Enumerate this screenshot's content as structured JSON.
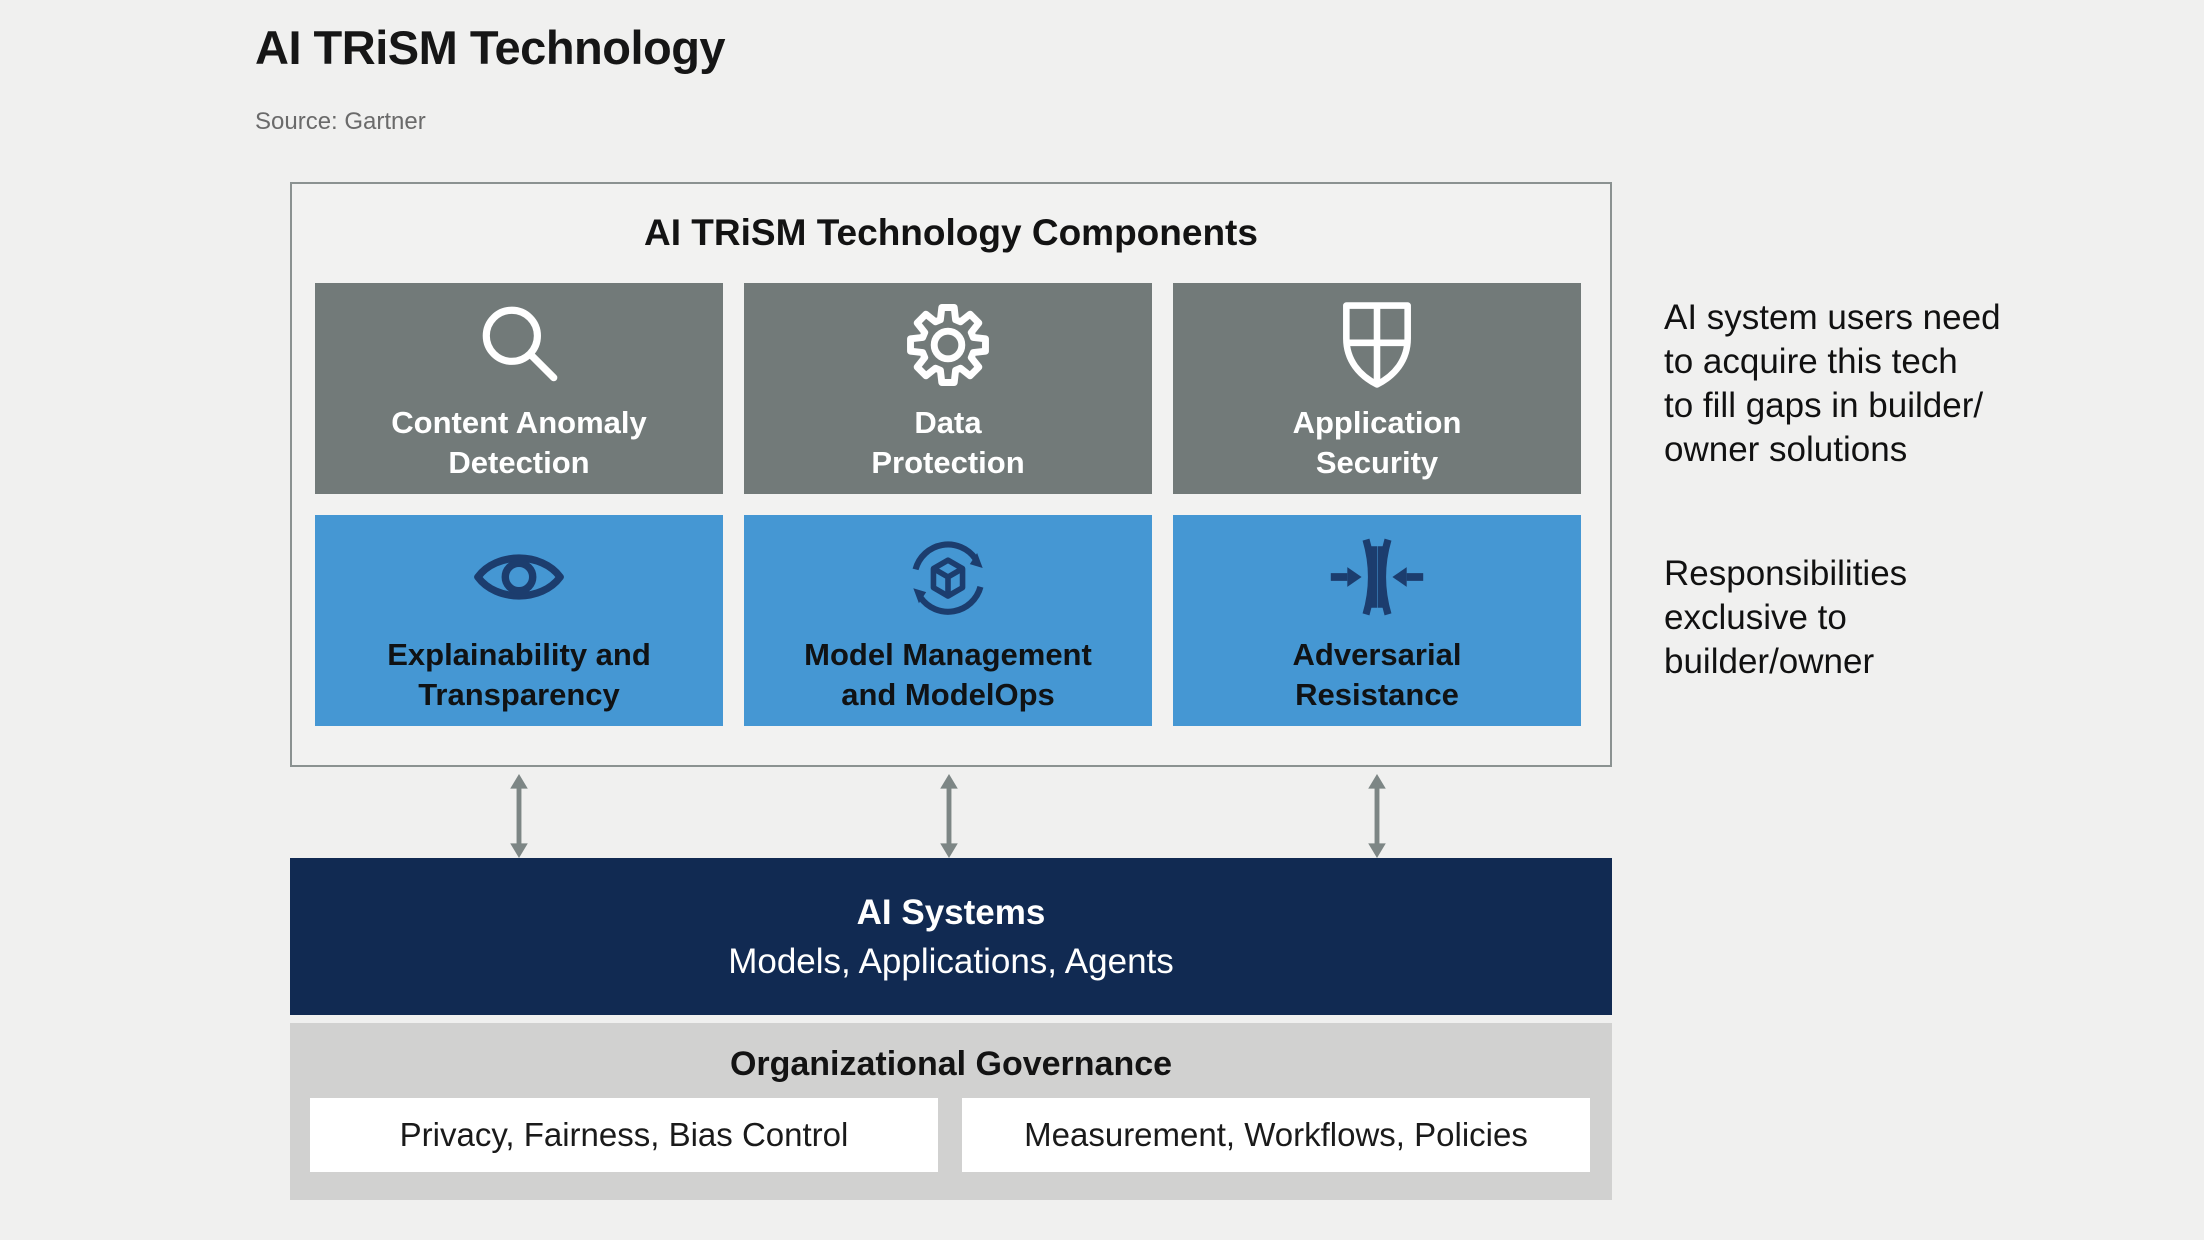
{
  "page": {
    "title": "AI TRiSM Technology",
    "source": "Source: Gartner"
  },
  "colors": {
    "page_background": "#F0F0EF",
    "tile_gray": "#727A79",
    "tile_blue": "#4597D3",
    "navy": "#112A52",
    "governance_gray": "#D1D1D0",
    "icon_navy": "#1C3D6E",
    "arrow_gray": "#7D8685",
    "container_border": "#8B9291"
  },
  "components": {
    "header": "AI TRiSM Technology Components",
    "tiles": [
      {
        "id": "content-anomaly-detection",
        "label": "Content Anomaly\nDetection",
        "icon": "magnifier-icon",
        "style": "gray"
      },
      {
        "id": "data-protection",
        "label": "Data\nProtection",
        "icon": "gear-icon",
        "style": "gray"
      },
      {
        "id": "application-security",
        "label": "Application\nSecurity",
        "icon": "shield-icon",
        "style": "gray"
      },
      {
        "id": "explainability-transparency",
        "label": "Explainability and\nTransparency",
        "icon": "eye-icon",
        "style": "blue"
      },
      {
        "id": "model-management-modelops",
        "label": "Model Management\nand ModelOps",
        "icon": "cube-cycle-icon",
        "style": "blue"
      },
      {
        "id": "adversarial-resistance",
        "label": "Adversarial\nResistance",
        "icon": "compression-arrows-icon",
        "style": "blue"
      }
    ]
  },
  "annotations": {
    "users_note": "AI system users need\nto acquire this tech\nto fill gaps in builder/\nowner solutions",
    "builder_note": "Responsibilities\nexclusive to\nbuilder/owner"
  },
  "connectors": {
    "icon": "double-headed-vertical-arrow",
    "count": 3
  },
  "ai_systems": {
    "title": "AI Systems",
    "subtitle": "Models, Applications, Agents"
  },
  "governance": {
    "header": "Organizational Governance",
    "items": [
      "Privacy, Fairness, Bias Control",
      "Measurement, Workflows, Policies"
    ]
  }
}
